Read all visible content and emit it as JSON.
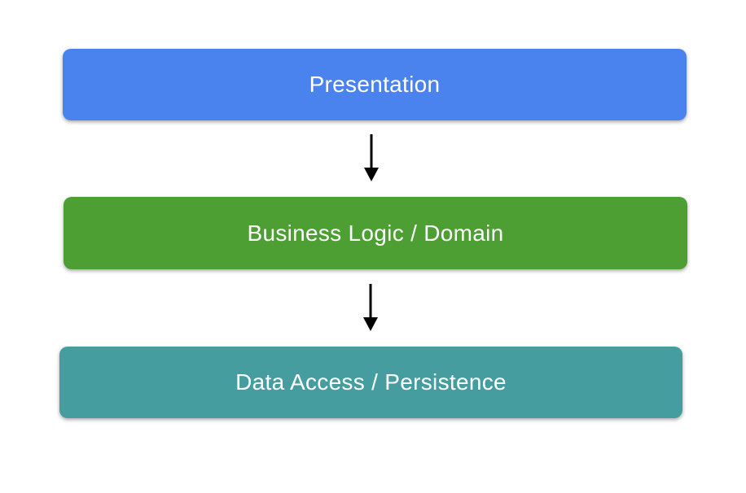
{
  "diagram": {
    "type": "layered-architecture",
    "background_color": "#ffffff",
    "text_color": "#ffffff",
    "layers": [
      {
        "id": "presentation",
        "label": "Presentation",
        "color": "#4a83ee"
      },
      {
        "id": "business-logic",
        "label": "Business Logic / Domain",
        "color": "#4d9e33"
      },
      {
        "id": "data-access",
        "label": "Data Access / Persistence",
        "color": "#459da0"
      }
    ],
    "arrows": [
      {
        "from": "presentation",
        "to": "business-logic",
        "color": "#000000",
        "direction": "down"
      },
      {
        "from": "business-logic",
        "to": "data-access",
        "color": "#000000",
        "direction": "down"
      }
    ]
  }
}
